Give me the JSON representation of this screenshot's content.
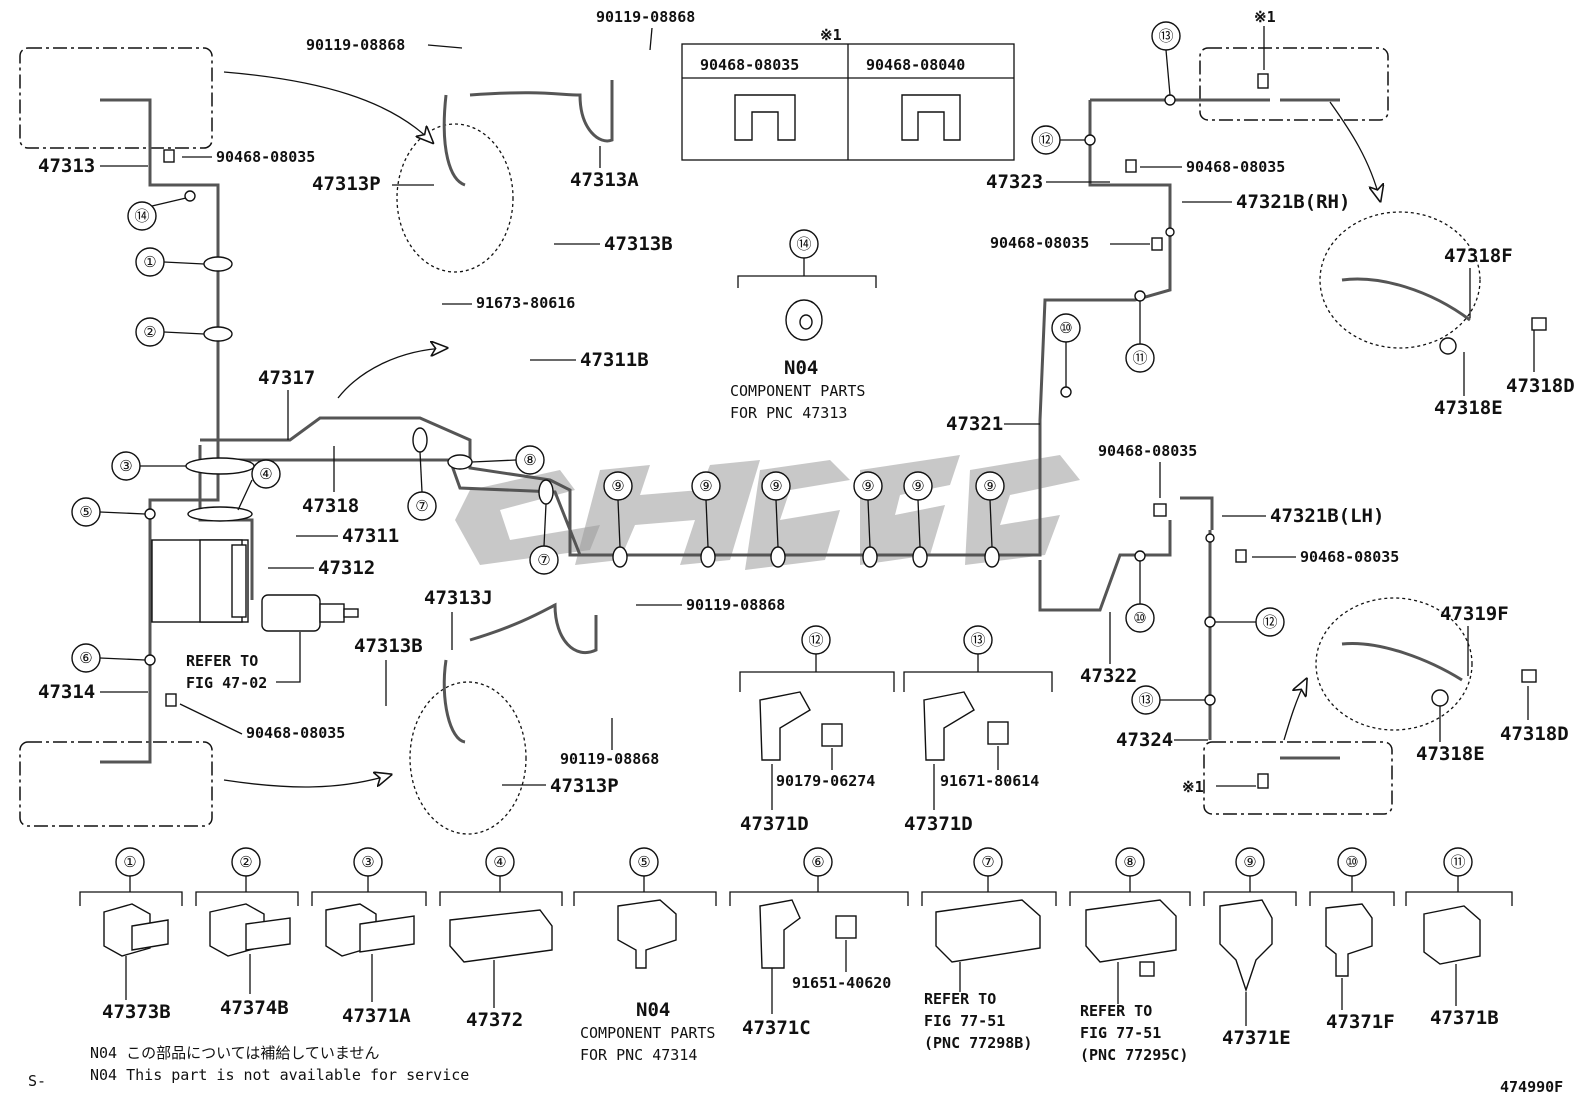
{
  "page": {
    "catalog_code": "474990F",
    "prefix": "S-"
  },
  "table": {
    "marker": "※1",
    "columns": [
      "90468-08035",
      "90468-08040"
    ]
  },
  "callouts": {
    "c1": "①",
    "c2": "②",
    "c3": "③",
    "c4": "④",
    "c5": "⑤",
    "c6": "⑥",
    "c7": "⑦",
    "c8": "⑧",
    "c9": "⑨",
    "c10": "⑩",
    "c11": "⑪",
    "c12": "⑫",
    "c13": "⑬",
    "c14": "⑭"
  },
  "labels": {
    "p47313": "47313",
    "p90468_a": "90468-08035",
    "p90119_a": "90119-08868",
    "p90119_b": "90119-08868",
    "p47313P_a": "47313P",
    "p47313A": "47313A",
    "p47313B_a": "47313B",
    "p91673": "91673-80616",
    "p47311B": "47311B",
    "p47317": "47317",
    "p47318": "47318",
    "p47311": "47311",
    "p47312": "47312",
    "refer_fig_1": "REFER TO",
    "refer_fig_2": "FIG 47-02",
    "p47314": "47314",
    "p90468_b": "90468-08035",
    "p47313J": "47313J",
    "p47313B_b": "47313B",
    "p90119_c": "90119-08868",
    "p90119_d": "90119-08868",
    "p47313P_b": "47313P",
    "n04_title": "N04",
    "n04_line1": "COMPONENT PARTS",
    "n04_line2": "FOR PNC 47313",
    "p47323": "47323",
    "p90468_c": "90468-08035",
    "p47321B_rh": "47321B(RH)",
    "p90468_d": "90468-08035",
    "p47321": "47321",
    "p90468_e": "90468-08035",
    "p47321B_lh": "47321B(LH)",
    "p90468_f": "90468-08035",
    "p47322": "47322",
    "p47324": "47324",
    "marker_1": "※1",
    "marker_2": "※1",
    "p47318F": "47318F",
    "p47318E_a": "47318E",
    "p47318D_a": "47318D",
    "p47319F": "47319F",
    "p47318E_b": "47318E",
    "p47318D_b": "47318D",
    "p47371D_a": "47371D",
    "p90179": "90179-06274",
    "p47371D_b": "47371D",
    "p91671": "91671-80614"
  },
  "bottom": {
    "b1": "47373B",
    "b2": "47374B",
    "b3": "47371A",
    "b4": "47372",
    "b5_title": "N04",
    "b5_line1": "COMPONENT PARTS",
    "b5_line2": "FOR PNC 47314",
    "b6": "47371C",
    "b6_bolt": "91651-40620",
    "b7_line1": "REFER TO",
    "b7_line2": "FIG 77-51",
    "b7_line3": "(PNC 77298B)",
    "b8_line1": "REFER TO",
    "b8_line2": "FIG 77-51",
    "b8_line3": "(PNC 77295C)",
    "b9": "47371E",
    "b10": "47371F",
    "b11": "47371B"
  },
  "notes": {
    "jp": "N04 この部品については補給していません",
    "en": "N04 This part is not available for service"
  }
}
